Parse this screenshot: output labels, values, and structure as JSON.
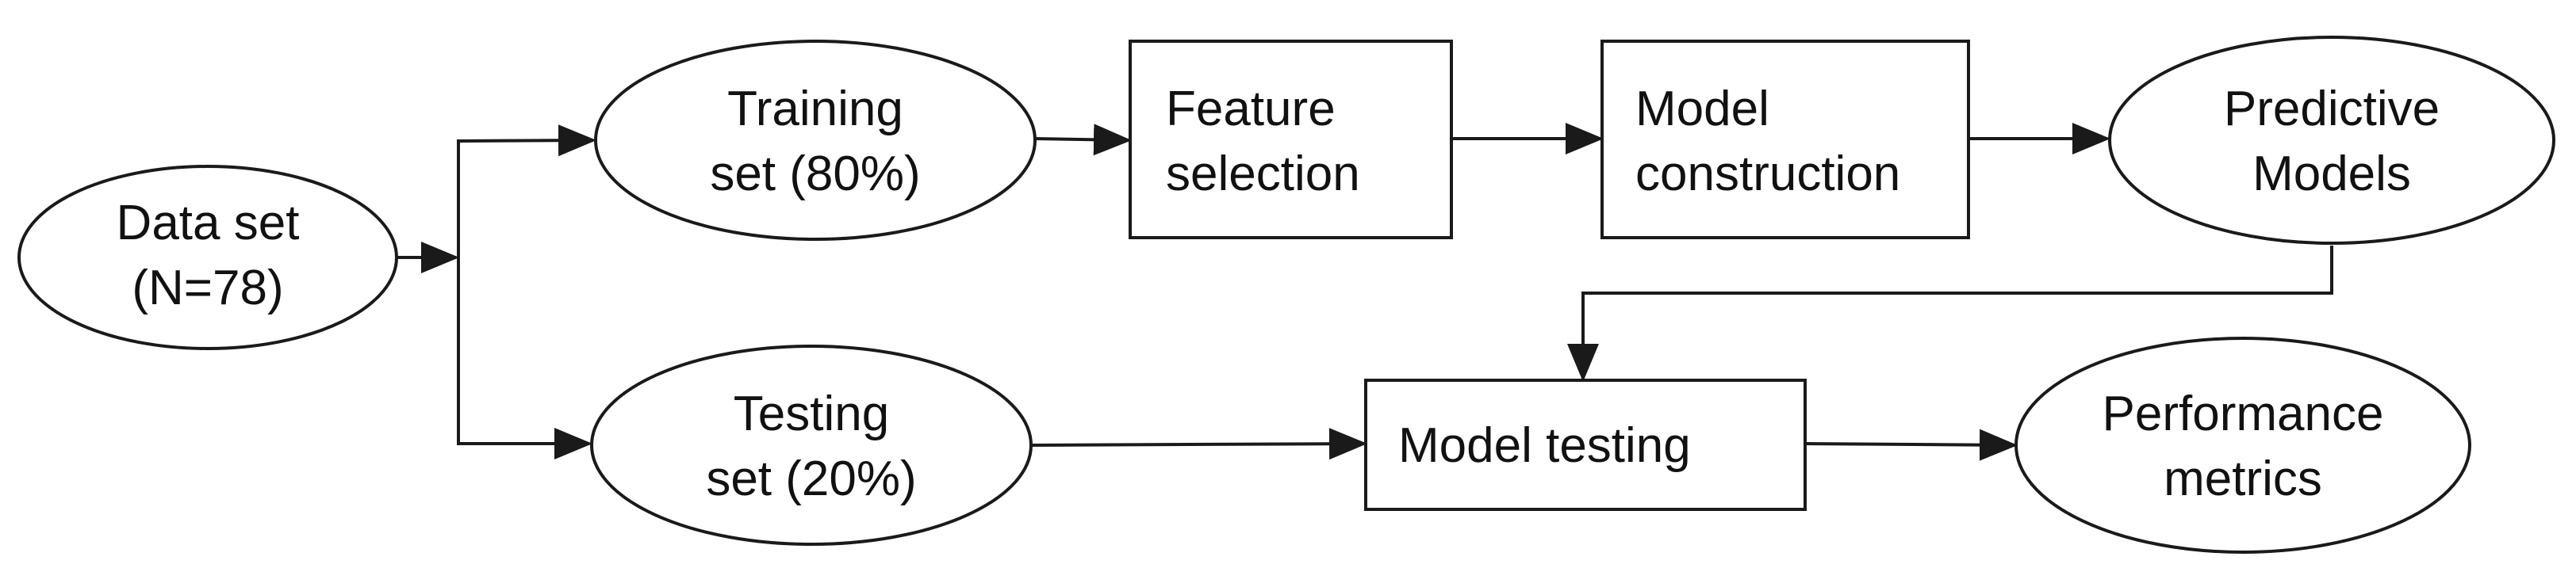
{
  "nodes": {
    "data_set": {
      "shape": "ellipse",
      "lines": [
        "Data set",
        "(N=78)"
      ]
    },
    "training_set": {
      "shape": "ellipse",
      "lines": [
        "Training",
        "set (80%)"
      ]
    },
    "testing_set": {
      "shape": "ellipse",
      "lines": [
        "Testing",
        "set (20%)"
      ]
    },
    "feature_selection": {
      "shape": "rectangle",
      "lines": [
        "Feature",
        "selection"
      ]
    },
    "model_construction": {
      "shape": "rectangle",
      "lines": [
        "Model",
        "construction"
      ]
    },
    "predictive_models": {
      "shape": "ellipse",
      "lines": [
        "Predictive",
        "Models"
      ]
    },
    "model_testing": {
      "shape": "rectangle",
      "lines": [
        "Model testing"
      ]
    },
    "performance_metrics": {
      "shape": "ellipse",
      "lines": [
        "Performance",
        "metrics"
      ]
    }
  },
  "edges": [
    {
      "from": "data_set",
      "to": "training_set"
    },
    {
      "from": "data_set",
      "to": "testing_set"
    },
    {
      "from": "training_set",
      "to": "feature_selection"
    },
    {
      "from": "feature_selection",
      "to": "model_construction"
    },
    {
      "from": "model_construction",
      "to": "predictive_models"
    },
    {
      "from": "predictive_models",
      "to": "model_testing"
    },
    {
      "from": "testing_set",
      "to": "model_testing"
    },
    {
      "from": "model_testing",
      "to": "performance_metrics"
    }
  ],
  "colors": {
    "stroke": "#1a1a1a",
    "fill": "#ffffff",
    "text": "#111111"
  }
}
